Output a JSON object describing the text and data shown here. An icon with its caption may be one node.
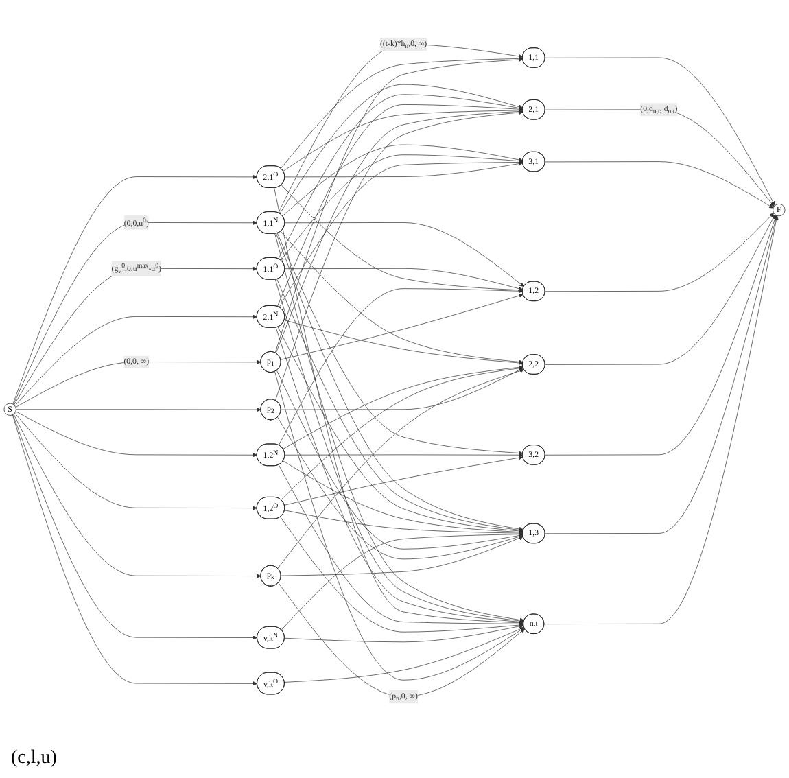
{
  "diagram": {
    "nodes": [
      {
        "text": [
          "S"
        ]
      },
      {
        "text": [
          "1,1$^{N}$"
        ]
      },
      {
        "text": [
          "1,1$^{O}$"
        ]
      },
      {
        "text": [
          "2,1$^{N}$"
        ]
      },
      {
        "text": [
          "2,1$^{O}$"
        ]
      },
      {
        "text": [
          "1,2$^{N}$"
        ]
      },
      {
        "text": [
          "1,2$^{O}$"
        ]
      },
      {
        "text": [
          "v,k$^{N}$"
        ]
      },
      {
        "text": [
          "v,k$^{O}$"
        ]
      },
      {
        "text": [
          "p$_{1}$"
        ]
      },
      {
        "text": [
          "p$_{2}$"
        ]
      },
      {
        "text": [
          "p$_{k}$"
        ]
      },
      {
        "text": [
          "1,1"
        ]
      },
      {
        "text": [
          "2,1"
        ]
      },
      {
        "text": [
          "3,1"
        ]
      },
      {
        "text": [
          "1,2"
        ]
      },
      {
        "text": [
          "2,2"
        ]
      },
      {
        "text": [
          "3,2"
        ]
      },
      {
        "text": [
          "1,3"
        ]
      },
      {
        "text": [
          "n,t"
        ]
      },
      {
        "text": [
          "F"
        ]
      }
    ],
    "edges": [
      {
        "from": 0,
        "to": 1,
        "arrow": "to",
        "label": "(0,0,u$^{0}$)"
      },
      {
        "from": 0,
        "to": 2,
        "arrow": "to",
        "label": "(g$_{v}$$^{0}$,0,u$^{max}$-u$^{0}$)"
      },
      {
        "from": 0,
        "to": 3,
        "arrow": "to"
      },
      {
        "from": 0,
        "to": 4,
        "arrow": "to"
      },
      {
        "from": 0,
        "to": 5,
        "arrow": "to"
      },
      {
        "from": 0,
        "to": 6,
        "arrow": "to"
      },
      {
        "from": 0,
        "to": 7,
        "arrow": "to"
      },
      {
        "from": 0,
        "to": 8,
        "arrow": "to"
      },
      {
        "from": 0,
        "to": 9,
        "arrow": "to",
        "label": "(0,0, ∞)"
      },
      {
        "from": 0,
        "to": 10,
        "arrow": "to"
      },
      {
        "from": 0,
        "to": 11,
        "arrow": "to"
      },
      {
        "from": 1,
        "to": 12,
        "arrow": "to",
        "label": "((t-k)*h$_{n}$,0, ∞)"
      },
      {
        "from": 1,
        "to": 13,
        "arrow": "to"
      },
      {
        "from": 1,
        "to": 14,
        "arrow": "to"
      },
      {
        "from": 1,
        "to": 15,
        "arrow": "to"
      },
      {
        "from": 1,
        "to": 16,
        "arrow": "to"
      },
      {
        "from": 1,
        "to": 17,
        "arrow": "to"
      },
      {
        "from": 1,
        "to": 18,
        "arrow": "to"
      },
      {
        "from": 1,
        "to": 19,
        "arrow": "to"
      },
      {
        "from": 2,
        "to": 13,
        "arrow": "to"
      },
      {
        "from": 2,
        "to": 14,
        "arrow": "to"
      },
      {
        "from": 2,
        "to": 15,
        "arrow": "to"
      },
      {
        "from": 2,
        "to": 18,
        "arrow": "to"
      },
      {
        "from": 2,
        "to": 19,
        "arrow": "to"
      },
      {
        "from": 3,
        "to": 13,
        "arrow": "to"
      },
      {
        "from": 3,
        "to": 14,
        "arrow": "to"
      },
      {
        "from": 3,
        "to": 16,
        "arrow": "to"
      },
      {
        "from": 3,
        "to": 18,
        "arrow": "to"
      },
      {
        "from": 3,
        "to": 19,
        "arrow": "to"
      },
      {
        "from": 4,
        "to": 12,
        "arrow": "to"
      },
      {
        "from": 4,
        "to": 13,
        "arrow": "to"
      },
      {
        "from": 4,
        "to": 14,
        "arrow": "to"
      },
      {
        "from": 4,
        "to": 15,
        "arrow": "to"
      },
      {
        "from": 4,
        "to": 19,
        "arrow": "to"
      },
      {
        "from": 5,
        "to": 15,
        "arrow": "to"
      },
      {
        "from": 5,
        "to": 16,
        "arrow": "to"
      },
      {
        "from": 5,
        "to": 17,
        "arrow": "to"
      },
      {
        "from": 5,
        "to": 18,
        "arrow": "to"
      },
      {
        "from": 5,
        "to": 19,
        "arrow": "to"
      },
      {
        "from": 6,
        "to": 16,
        "arrow": "to"
      },
      {
        "from": 6,
        "to": 17,
        "arrow": "to"
      },
      {
        "from": 6,
        "to": 18,
        "arrow": "to"
      },
      {
        "from": 6,
        "to": 19,
        "arrow": "to"
      },
      {
        "from": 7,
        "to": 18,
        "arrow": "to"
      },
      {
        "from": 7,
        "to": 19,
        "arrow": "to"
      },
      {
        "from": 8,
        "to": 19,
        "arrow": "to"
      },
      {
        "from": 9,
        "to": 12,
        "arrow": "to"
      },
      {
        "from": 9,
        "to": 13,
        "arrow": "to"
      },
      {
        "from": 9,
        "to": 15,
        "arrow": "to"
      },
      {
        "from": 9,
        "to": 18,
        "arrow": "to"
      },
      {
        "from": 9,
        "to": 19,
        "arrow": "to"
      },
      {
        "from": 10,
        "to": 13,
        "arrow": "to"
      },
      {
        "from": 10,
        "to": 16,
        "arrow": "to"
      },
      {
        "from": 10,
        "to": 18,
        "arrow": "to"
      },
      {
        "from": 11,
        "to": 16,
        "arrow": "to"
      },
      {
        "from": 11,
        "to": 18,
        "arrow": "to"
      },
      {
        "from": 11,
        "to": 19,
        "arrow": "to",
        "label": "(p$_{n}$,0, ∞)"
      },
      {
        "from": 12,
        "to": 20,
        "arrow": "to"
      },
      {
        "from": 13,
        "to": 20,
        "arrow": "to",
        "label": "(0,d$_{n,t}$, d$_{n,t}$)"
      },
      {
        "from": 14,
        "to": 20,
        "arrow": "to"
      },
      {
        "from": 15,
        "to": 20,
        "arrow": "to"
      },
      {
        "from": 16,
        "to": 20,
        "arrow": "to"
      },
      {
        "from": 17,
        "to": 20,
        "arrow": "to"
      },
      {
        "from": 18,
        "to": 20,
        "arrow": "to"
      },
      {
        "from": 19,
        "to": 20,
        "arrow": "to"
      }
    ],
    "labels": [
      "(c,l,u)"
    ]
  }
}
